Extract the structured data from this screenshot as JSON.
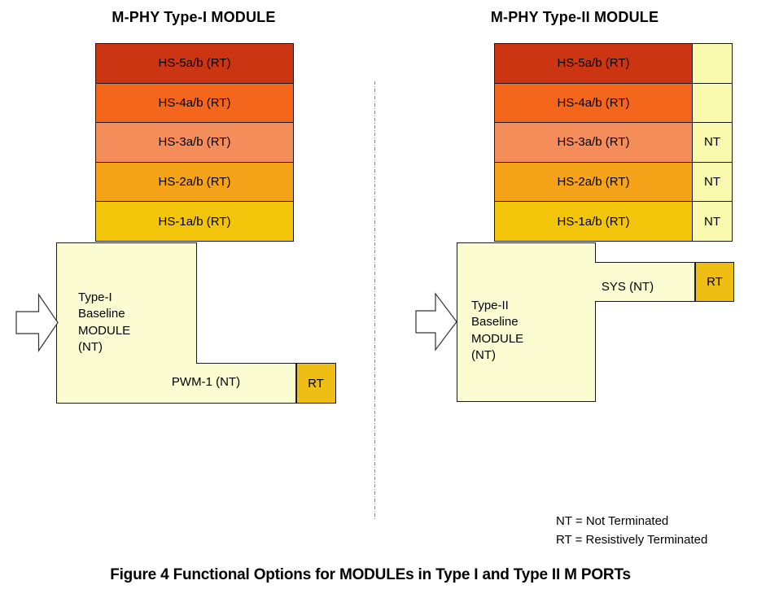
{
  "left_module": {
    "title": "M-PHY Type-I MODULE",
    "bars": [
      {
        "label": "HS-5a/b (RT)"
      },
      {
        "label": "HS-4a/b (RT)"
      },
      {
        "label": "HS-3a/b (RT)"
      },
      {
        "label": "HS-2a/b (RT)"
      },
      {
        "label": "HS-1a/b (RT)"
      }
    ],
    "baseline_lines": [
      "Type-I",
      "Baseline",
      "MODULE",
      "(NT)"
    ],
    "arm_label": "PWM-1 (NT)",
    "rt_label": "RT"
  },
  "right_module": {
    "title": "M-PHY Type-II MODULE",
    "bars": [
      {
        "label": "HS-5a/b (RT)"
      },
      {
        "label": "HS-4a/b (RT)"
      },
      {
        "label": "HS-3a/b (RT)"
      },
      {
        "label": "HS-2a/b (RT)"
      },
      {
        "label": "HS-1a/b (RT)"
      }
    ],
    "nt_cells": [
      "",
      "",
      "NT",
      "NT",
      "NT"
    ],
    "baseline_lines": [
      "Type-II",
      "Baseline",
      "MODULE",
      "(NT)"
    ],
    "arm_label": "SYS (NT)",
    "rt_label": "RT"
  },
  "legend": {
    "line1": "NT = Not Terminated",
    "line2": "RT = Resistively Terminated"
  },
  "caption": "Figure 4 Functional Options for MODULEs in Type I and Type II M PORTs",
  "colors": {
    "hs5": "#CB3512",
    "hs4": "#F4661C",
    "hs3": "#F58D5B",
    "hs2": "#F5A319",
    "hs1": "#F2C50A",
    "rt_box": "#EFBE14",
    "module_fill": "#FCFCD2",
    "nt_cell_fill": "#FAFAAF",
    "border": "#1A1A1A",
    "divider": "#808080"
  }
}
